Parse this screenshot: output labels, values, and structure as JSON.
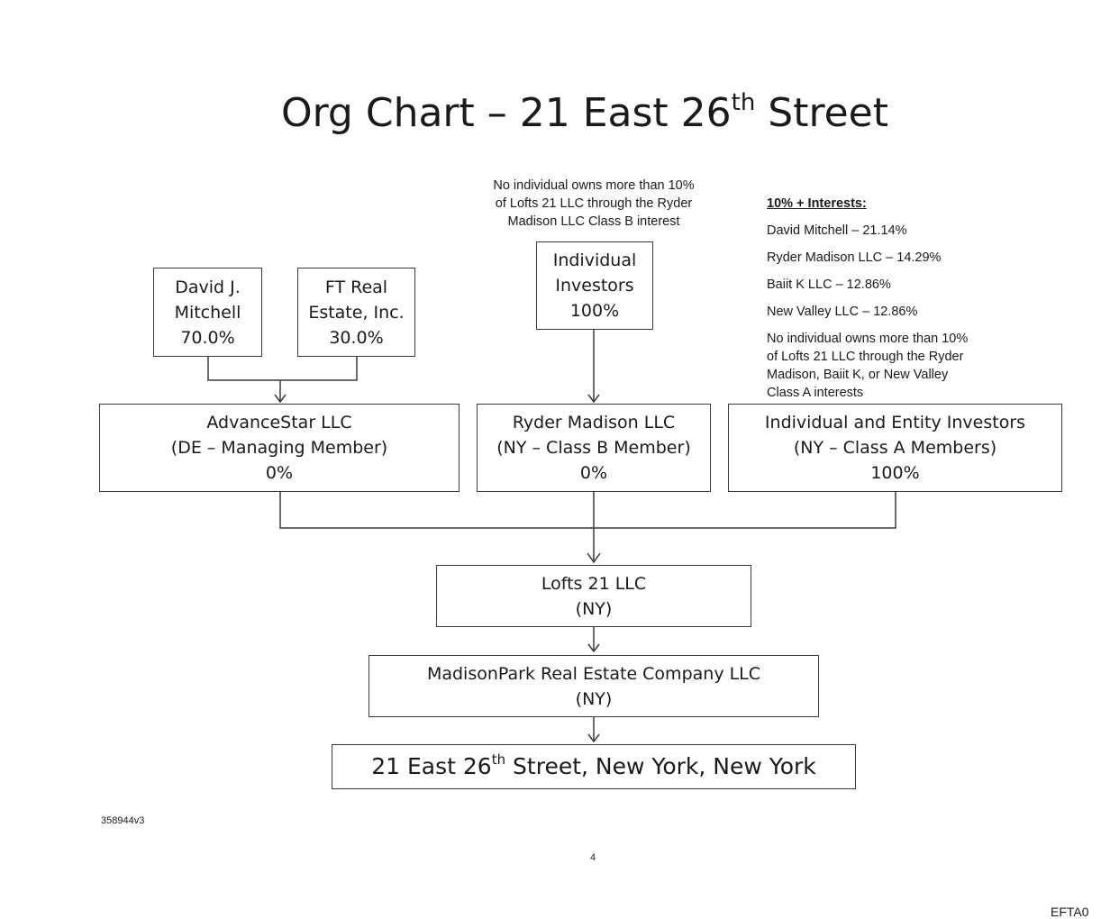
{
  "title": {
    "prefix": "Org Chart – 21 East 26",
    "sup": "th",
    "suffix": " Street"
  },
  "notes": {
    "class_b_note": [
      "No individual owns more than 10%",
      "of Lofts 21 LLC through the Ryder",
      "Madison LLC Class B interest"
    ]
  },
  "interests": {
    "heading": "10% + Interests:",
    "items": [
      "David Mitchell – 21.14%",
      "Ryder Madison LLC – 14.29%",
      "Baiit K LLC – 12.86%",
      "New Valley LLC – 12.86%"
    ],
    "footnote": [
      "No individual owns more than 10%",
      "of Lofts 21 LLC through the Ryder",
      "Madison, Baiit K, or New Valley",
      "Class A interests"
    ]
  },
  "boxes": {
    "mitchell": [
      "David  J.",
      "Mitchell",
      "70.0%"
    ],
    "ft_real_estate": [
      "FT Real",
      "Estate, Inc.",
      "30.0%"
    ],
    "individual_investors": [
      "Individual",
      "Investors",
      "100%"
    ],
    "advancestar": [
      "AdvanceStar LLC",
      "(DE  – Managing Member)",
      "0%"
    ],
    "ryder_madison": [
      "Ryder Madison LLC",
      "(NY – Class B Member)",
      "0%"
    ],
    "class_a_investors": [
      "Individual and Entity Investors",
      "(NY – Class A Members)",
      "100%"
    ],
    "lofts21": [
      "Lofts 21 LLC",
      "(NY)"
    ],
    "madisonpark": [
      "MadisonPark Real Estate Company LLC",
      "(NY)"
    ]
  },
  "final_box": {
    "prefix": "21 East 26",
    "sup": "th",
    "suffix": " Street, New York, New York"
  },
  "doc_id": "358944v3",
  "page_number": "4",
  "edge_text": "EFTA0"
}
